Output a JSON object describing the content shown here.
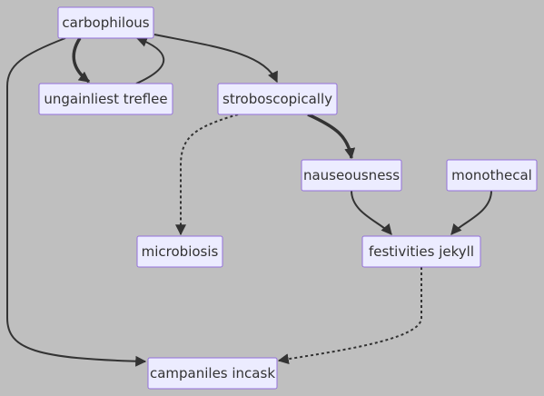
{
  "diagram": {
    "nodes": {
      "carbophilous": "carbophilous",
      "ungainliest_treflee": "ungainliest treflee",
      "stroboscopically": "stroboscopically",
      "nauseousness": "nauseousness",
      "monothecal": "monothecal",
      "microbiosis": "microbiosis",
      "festivities_jekyll": "festivities jekyll",
      "campaniles_incask": "campaniles incask"
    },
    "edges": [
      {
        "from": "carbophilous",
        "to": "ungainliest treflee",
        "style": "thick"
      },
      {
        "from": "ungainliest treflee",
        "to": "carbophilous",
        "style": "solid"
      },
      {
        "from": "carbophilous",
        "to": "stroboscopically",
        "style": "solid"
      },
      {
        "from": "carbophilous",
        "to": "campaniles incask",
        "style": "solid"
      },
      {
        "from": "stroboscopically",
        "to": "microbiosis",
        "style": "dotted"
      },
      {
        "from": "stroboscopically",
        "to": "nauseousness",
        "style": "thick"
      },
      {
        "from": "nauseousness",
        "to": "festivities jekyll",
        "style": "solid"
      },
      {
        "from": "monothecal",
        "to": "festivities jekyll",
        "style": "solid"
      },
      {
        "from": "festivities jekyll",
        "to": "campaniles incask",
        "style": "dotted"
      }
    ],
    "colors": {
      "background": "#bfbfbf",
      "node_fill": "#ececff",
      "node_border": "#9370db",
      "text": "#333333",
      "edge": "#333333"
    }
  }
}
